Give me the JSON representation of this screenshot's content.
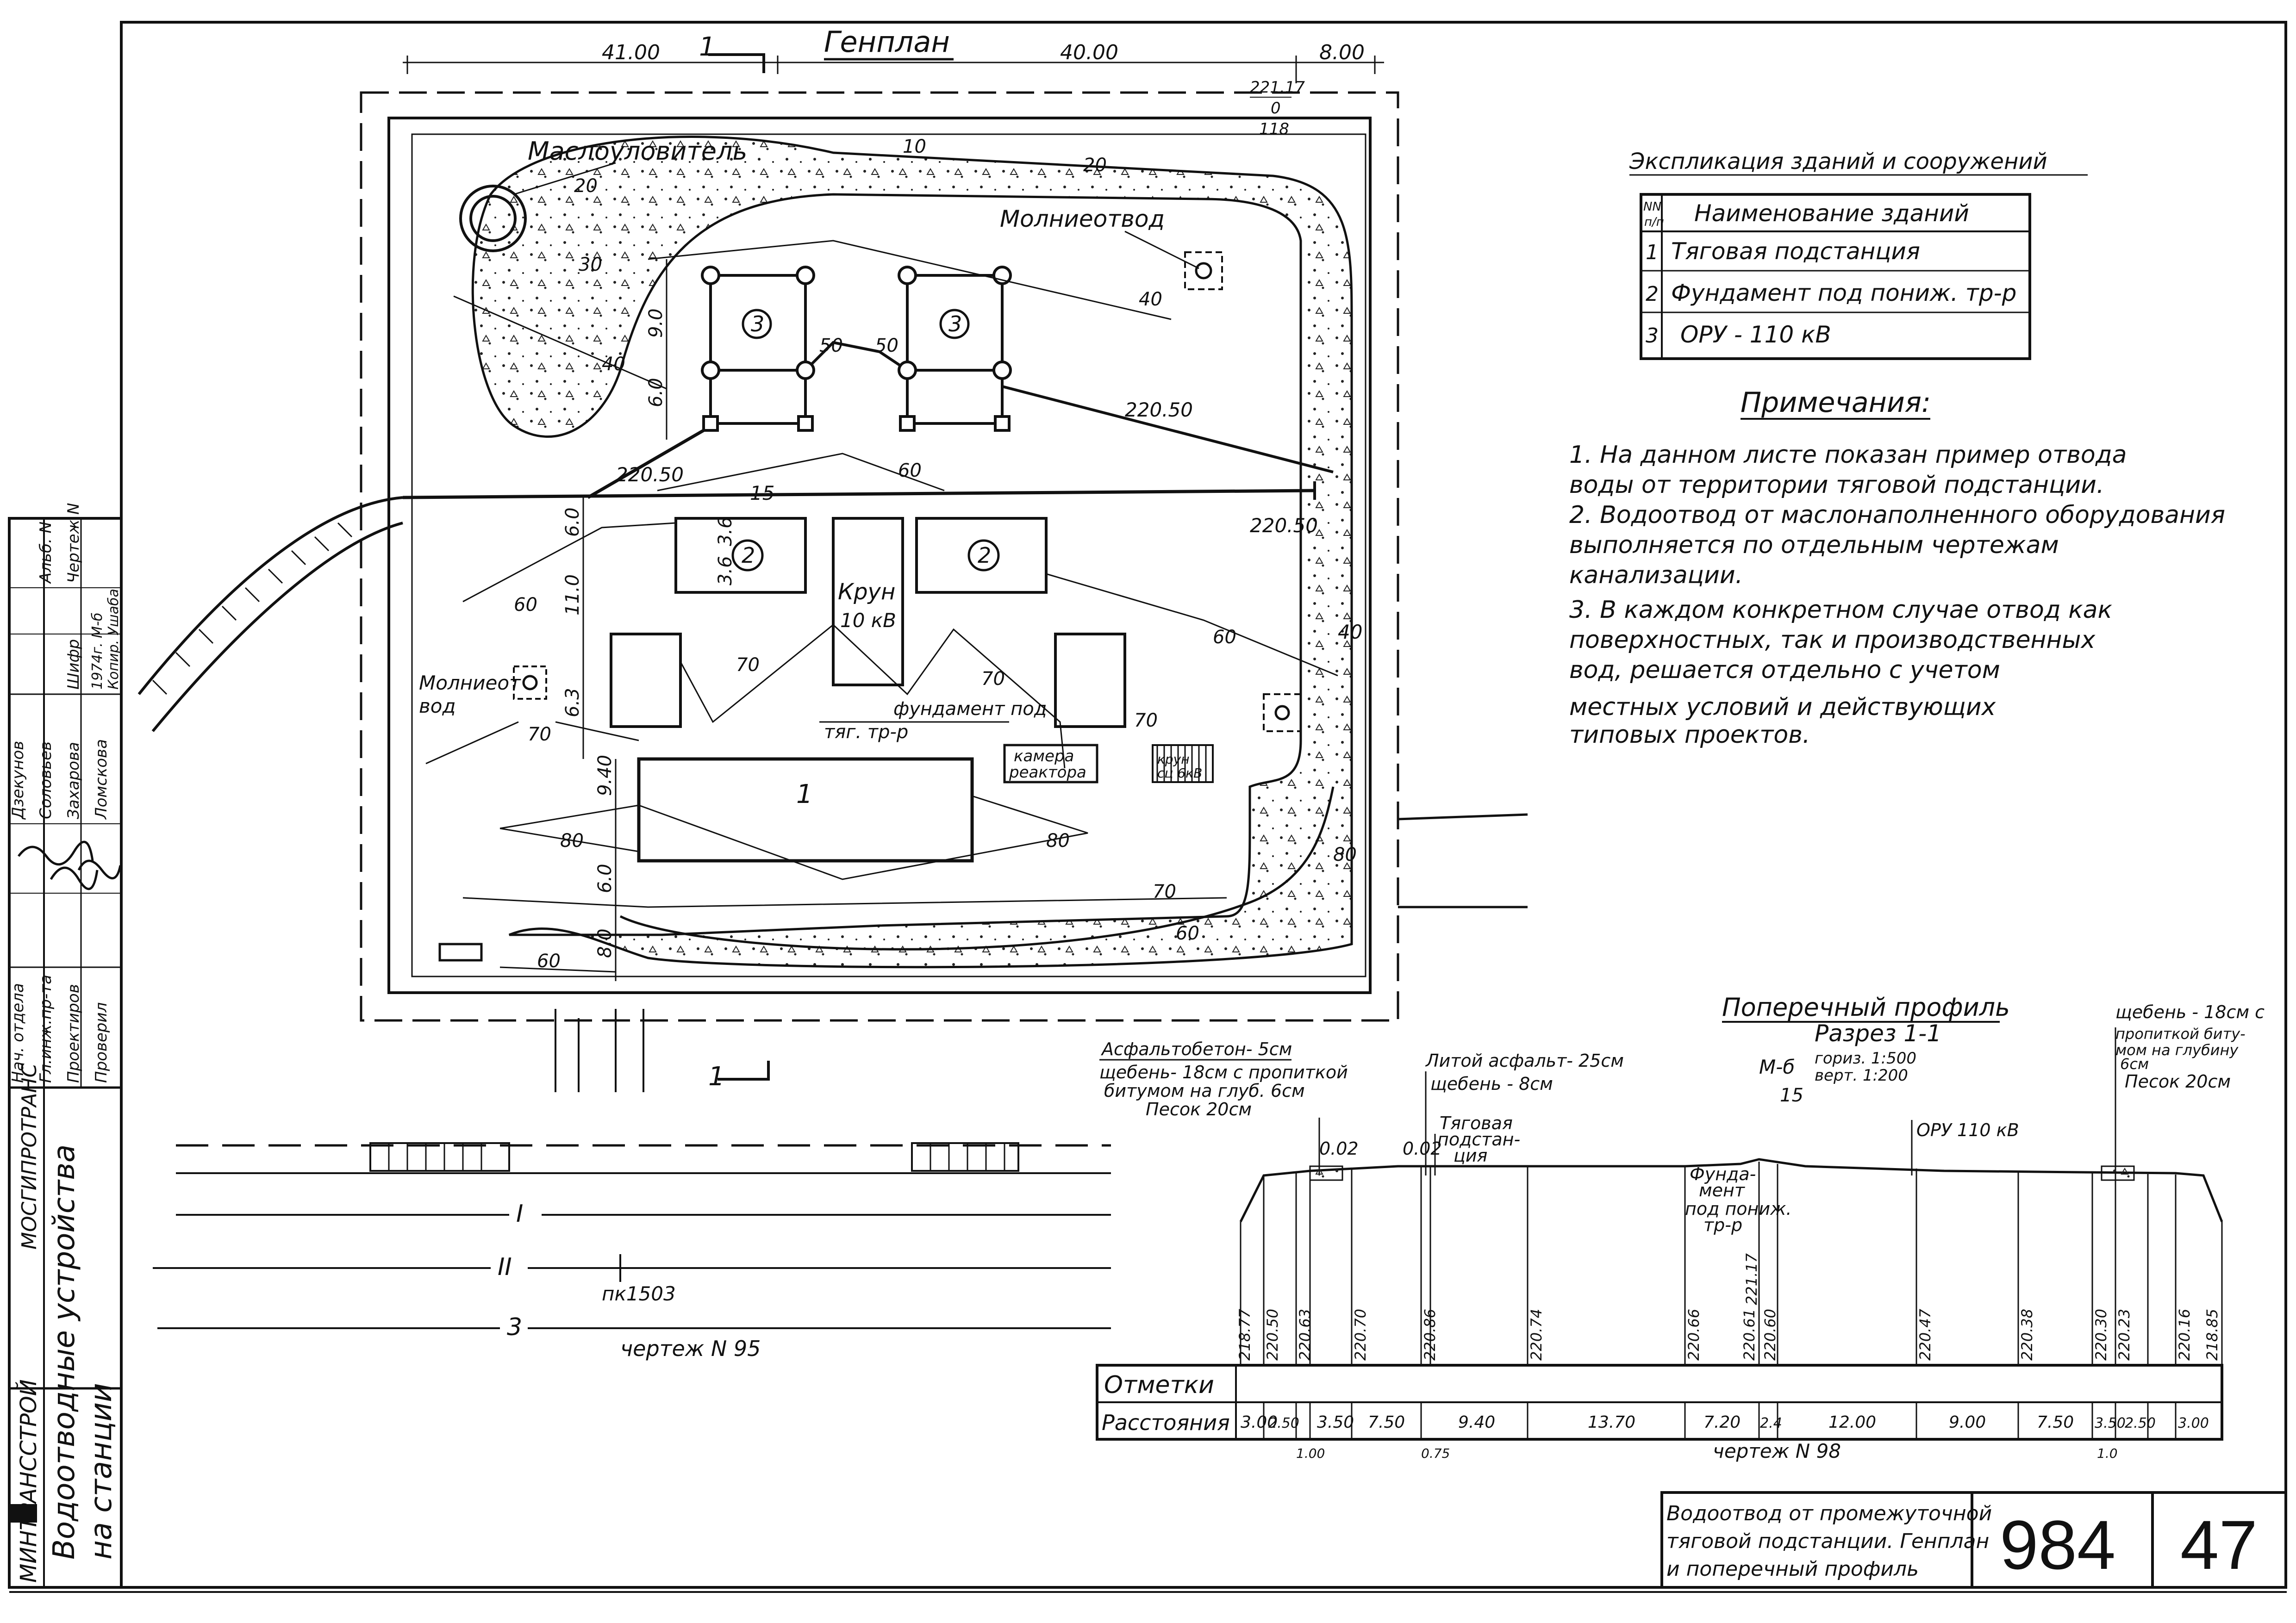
{
  "sheet": {
    "title_block": {
      "description_lines": [
        "Водоотвод от промежуточной",
        "тяговой подстанции. Генплан",
        "и поперечный   профиль"
      ],
      "album_number": "984",
      "sheet_number": "47"
    },
    "side_stamp": {
      "ministry": "МИНТРАНССТРОЙ",
      "institute": "МОСГИПРОТРАНС",
      "topic_lines": [
        "Водоотводные  устройства",
        "на  станции"
      ],
      "roles": [
        "Нач. отдела",
        "Гл.инж.пр-та",
        "Проектиров",
        "Проверил"
      ],
      "names": [
        "Дзекунов",
        "Соловьев",
        "Захарова",
        "Ломскова"
      ],
      "codes": [
        "Шифр",
        "1974г. М-б",
        "Копир. Ушаба"
      ],
      "header": [
        "Альб. N",
        "Чертеж N"
      ]
    }
  },
  "genplan": {
    "title": "Генплан",
    "section_mark": "1",
    "dims_top": [
      "41.00",
      "40.00",
      "8.00"
    ],
    "elevation_mark": [
      "221.17",
      "0",
      "118"
    ],
    "labels": {
      "oil_receiver": "Маслоуловитель",
      "lightning_rod_1": "Молниеотвод",
      "lightning_rod_2": [
        "Молниеот",
        "вод"
      ],
      "kru": [
        "Крун",
        "10 кВ"
      ],
      "foundation": [
        "фундамент под",
        "тяг. тр-р"
      ],
      "reactor_chamber": [
        "камера",
        "реактора"
      ],
      "kru_small": [
        "крун",
        "сц 6кВ"
      ]
    },
    "building_numbers": [
      "1",
      "2",
      "2",
      "3",
      "3"
    ],
    "contours": [
      "10",
      "20",
      "20",
      "30",
      "40",
      "40",
      "50",
      "50",
      "60",
      "60",
      "60",
      "60",
      "60",
      "70",
      "70",
      "70",
      "70",
      "70",
      "80",
      "80",
      "80"
    ],
    "elevations": [
      "220.50",
      "220.50",
      "220.50",
      "15",
      "40"
    ],
    "dims_inner": [
      "9.0",
      "6.0",
      "6.0",
      "3.6",
      "3.6",
      "11.0",
      "6.3",
      "9.40",
      "6.0",
      "8.0"
    ]
  },
  "railway": {
    "tracks": [
      "I",
      "II",
      "3"
    ],
    "picket": "пк1503",
    "ref": "чертеж  N 95"
  },
  "explication": {
    "title": "Экспликация  зданий  и  сооружений",
    "col_num": [
      "NN",
      "п/п"
    ],
    "col_name": "Наименование  зданий",
    "rows": [
      {
        "n": "1",
        "name": "Тяговая  подстанция"
      },
      {
        "n": "2",
        "name": "Фундамент  под  пониж. тр-р"
      },
      {
        "n": "3",
        "name": "ОРУ - 110 кВ"
      }
    ]
  },
  "notes": {
    "title": "Примечания:",
    "lines": [
      "1. На  данном  листе  показан  пример  отвода",
      "    воды  от  территории  тяговой  подстанции.",
      "2. Водоотвод  от  маслонаполненного  оборудования",
      "    выполняется  по  отдельным  чертежам",
      "    канализации.",
      "3. В  каждом  конкретном  случае  отвод  как",
      "    поверхностных, так и производственных",
      "    вод,  решается  отдельно  с учетом",
      "    местных  условий  и  действующих",
      "    типовых  проектов."
    ]
  },
  "profile": {
    "title": "Поперечный  профиль",
    "subtitle": "Разрез 1-1",
    "scale": [
      "М-б",
      "гориз. 1:500",
      "верт.  1:200"
    ],
    "axis_label": "15",
    "layers_left": [
      "Асфальтобетон- 5см",
      "щебень- 18см с пропиткой",
      "битумом на глуб. 6см",
      "Песок 20см"
    ],
    "layers_mid": [
      "Литой асфальт- 25см",
      "щебень - 8см"
    ],
    "layers_right": [
      "щебень - 18см с",
      "пропиткой биту-",
      "мом на глубину",
      "6см",
      "Песок 20см"
    ],
    "callouts": {
      "slope_left": "0.02",
      "slope_mid": "0.02",
      "substation": [
        "Тяговая",
        "подстан-",
        "ция"
      ],
      "foundation": [
        "Фунда-",
        "мент",
        "под пониж.",
        "тр-р"
      ],
      "oru": "ОРУ 110 кВ"
    },
    "row_marks": "Отметки",
    "row_dist": "Расстояния",
    "marks": [
      "218.77",
      "220.50",
      "220.63",
      "220.70",
      "220.86",
      "220.74",
      "220.66",
      "220.61",
      "220.60",
      "221.17",
      "220.47",
      "220.38",
      "220.30",
      "220.23",
      "220.16",
      "218.85"
    ],
    "distances": [
      "3.00",
      "2.50",
      "3.50",
      "7.50",
      "9.40",
      "13.70",
      "7.20",
      "2.4",
      "12.00",
      "9.00",
      "7.50",
      "3.50",
      "2.50",
      "3.00"
    ],
    "dist_extra": [
      "1.00",
      "0.75",
      "1.0"
    ],
    "ref": "чертеж  N 98"
  }
}
